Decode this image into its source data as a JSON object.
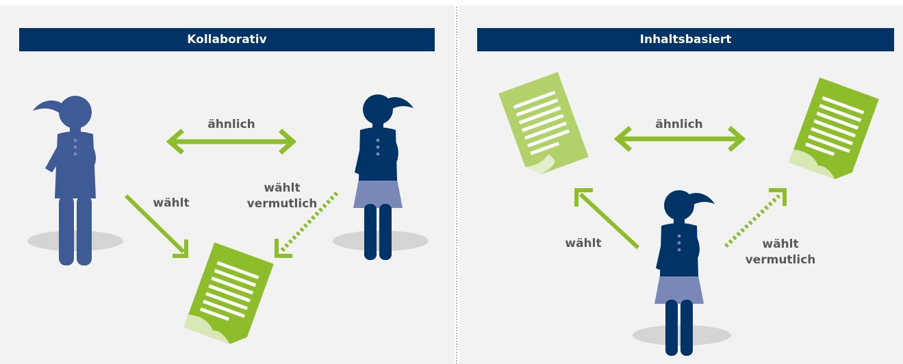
{
  "colors": {
    "navy": "#003366",
    "person_blue": "#3f5b95",
    "skirt": "#7a88b8",
    "green": "#8ebd2b",
    "document_light": "#b3d16a",
    "shadow": "#d4d4d4",
    "panel_bg": "#f2f2f2",
    "label_gray": "#595959"
  },
  "left": {
    "title": "Kollaborativ",
    "similar_label": "ähnlich",
    "chooses_label": "wählt",
    "likely_chooses_label_line1": "wählt",
    "likely_chooses_label_line2": "vermutlich"
  },
  "right": {
    "title": "Inhaltsbasiert",
    "similar_label": "ähnlich",
    "chooses_label": "wählt",
    "likely_chooses_label_line1": "wählt",
    "likely_chooses_label_line2": "vermutlich"
  }
}
